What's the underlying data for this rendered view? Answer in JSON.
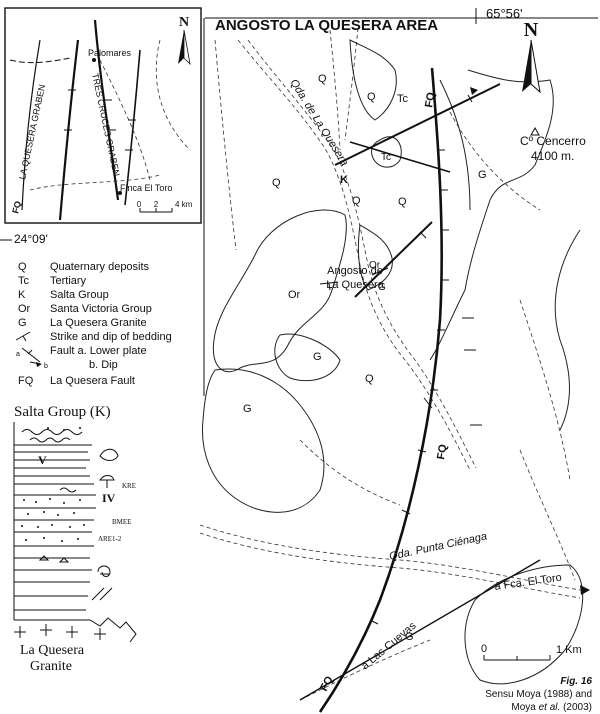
{
  "title": "ANGOSTO LA QUESERA AREA",
  "longitude_label": "65°56'",
  "latitude_label": "24°09'",
  "north_label": "N",
  "inset": {
    "north_label": "N",
    "places": [
      "Palomares",
      "Finca El Toro"
    ],
    "grabens": [
      "LA QUESERA GRABEN",
      "TRES CRUCES GRABEN"
    ],
    "fault_label": "FQ",
    "scale_ticks": [
      "0",
      "2",
      "4 km"
    ]
  },
  "legend": {
    "items": [
      {
        "symbol": "Q",
        "label": "Quaternary deposits"
      },
      {
        "symbol": "Tc",
        "label": "Tertiary"
      },
      {
        "symbol": "K",
        "label": "Salta Group"
      },
      {
        "symbol": "Or",
        "label": "Santa Victoria Group"
      },
      {
        "symbol": "G",
        "label": "La Quesera Granite"
      },
      {
        "symbol": "",
        "label": "Strike and dip of bedding"
      },
      {
        "symbol": "",
        "label": "Fault   a. Lower plate"
      },
      {
        "symbol": "",
        "label": "b. Dip"
      },
      {
        "symbol": "FQ",
        "label": "La Quesera Fault"
      }
    ],
    "fault_sub_labels": [
      "a",
      "b"
    ]
  },
  "column": {
    "title": "Salta Group (K)",
    "units": [
      "V",
      "IV"
    ],
    "markers": [
      "KRE",
      "BMEE",
      "ARE1-2"
    ],
    "base_label_1": "La Quesera",
    "base_label_2": "Granite"
  },
  "map_labels": {
    "peak_name": "Cº Cencerro",
    "peak_elev": "4100 m.",
    "quebrada_quesera": "Qda. de La Quesera",
    "quebrada_punta": "Qda. Punta Ciénaga",
    "to_finca": "a Fca. El Toro",
    "to_cuevas": "a Las Cuevas",
    "locality_1": "Angosto de",
    "locality_2": "La Quesera",
    "units": [
      {
        "id": "q1",
        "text": "Q"
      },
      {
        "id": "q2",
        "text": "Q"
      },
      {
        "id": "q3",
        "text": "Q"
      },
      {
        "id": "q4",
        "text": "Q"
      },
      {
        "id": "q5",
        "text": "Q"
      },
      {
        "id": "q6",
        "text": "Q"
      },
      {
        "id": "tc1",
        "text": "Tc"
      },
      {
        "id": "tc2",
        "text": "Tc"
      },
      {
        "id": "k1",
        "text": "K"
      },
      {
        "id": "or1",
        "text": "Or"
      },
      {
        "id": "or2",
        "text": "Or"
      },
      {
        "id": "g1",
        "text": "G"
      },
      {
        "id": "g2",
        "text": "G"
      },
      {
        "id": "g3",
        "text": "G"
      },
      {
        "id": "g4",
        "text": "G"
      },
      {
        "id": "g5",
        "text": "G"
      }
    ],
    "fq_labels": [
      "FQ",
      "FQ",
      "FQ"
    ]
  },
  "scale": {
    "zero": "0",
    "label": "1 Km"
  },
  "caption": {
    "fig": "Fig. 16",
    "source_1": "Sensu Moya (1988) and",
    "source_2_prefix": "Moya ",
    "source_2_italic": "et al.",
    "source_2_suffix": " (2003)"
  }
}
